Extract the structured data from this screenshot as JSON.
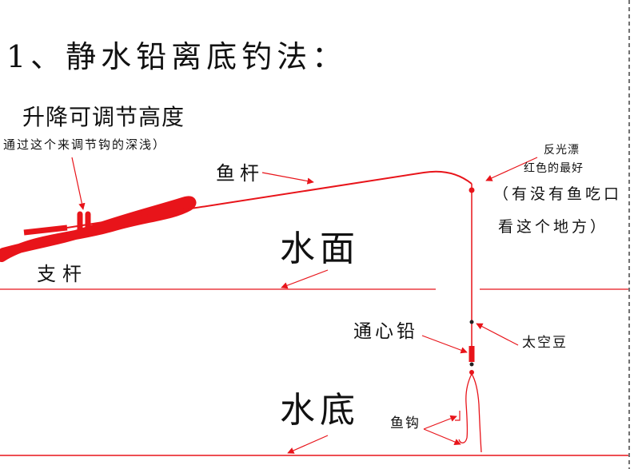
{
  "title": "1、静水铅离底钓法：",
  "labels": {
    "adjustable": "升降可调节高度",
    "adjustable_note": "通过这个来调节钩的深浅）",
    "fishing_rod": "鱼杆",
    "rod_support": "支杆",
    "water_surface": "水面",
    "water_bottom": "水底",
    "sliding_sinker": "通心铅",
    "space_bean": "太空豆",
    "fish_hook": "鱼钩",
    "float_note_line1": "反光漂",
    "float_note_line2": "红色的最好",
    "bite_note_line1": "（有没有鱼吃口",
    "bite_note_line2": "看这个地方）"
  },
  "colors": {
    "line": "#e8141a",
    "ink": "#111111",
    "guide": "#c8c8c8",
    "background": "#ffffff"
  }
}
